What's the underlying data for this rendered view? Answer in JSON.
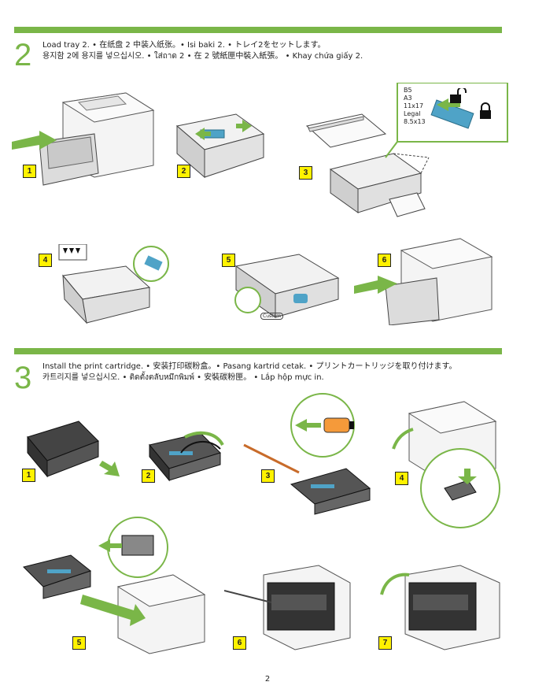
{
  "accent_color": "#7ab648",
  "badge_color": "#fff200",
  "section2": {
    "number": "2",
    "line1": "Load tray 2. • 在纸盘 2 中装入纸张。• Isi baki 2. • トレイ2をセットします。",
    "line2": "용지함 2에 용지를 넣으십시오. • ใส่ถาด 2 • 在 2 號紙匣中裝入紙張。 • Khay chứa giấy 2.",
    "steps": [
      "1",
      "2",
      "3",
      "4",
      "5",
      "6"
    ],
    "paper_sizes": [
      "B5",
      "A3",
      "11x17",
      "Legal",
      "8.5x13"
    ],
    "custom_label": "Custom",
    "icons": [
      "unlock-icon",
      "lock-icon"
    ]
  },
  "section3": {
    "number": "3",
    "line1": "Install the print cartridge. • 安装打印碳粉盒。• Pasang kartrid cetak. • プリントカートリッジを取り付けます。",
    "line2": "카트리지를 넣으십시오. • ติดตั้งตลับหมึกพิมพ์ • 安裝碳粉匣。 • Lắp hộp mực in.",
    "steps": [
      "1",
      "2",
      "3",
      "4",
      "5",
      "6",
      "7"
    ]
  },
  "page_number": "2"
}
